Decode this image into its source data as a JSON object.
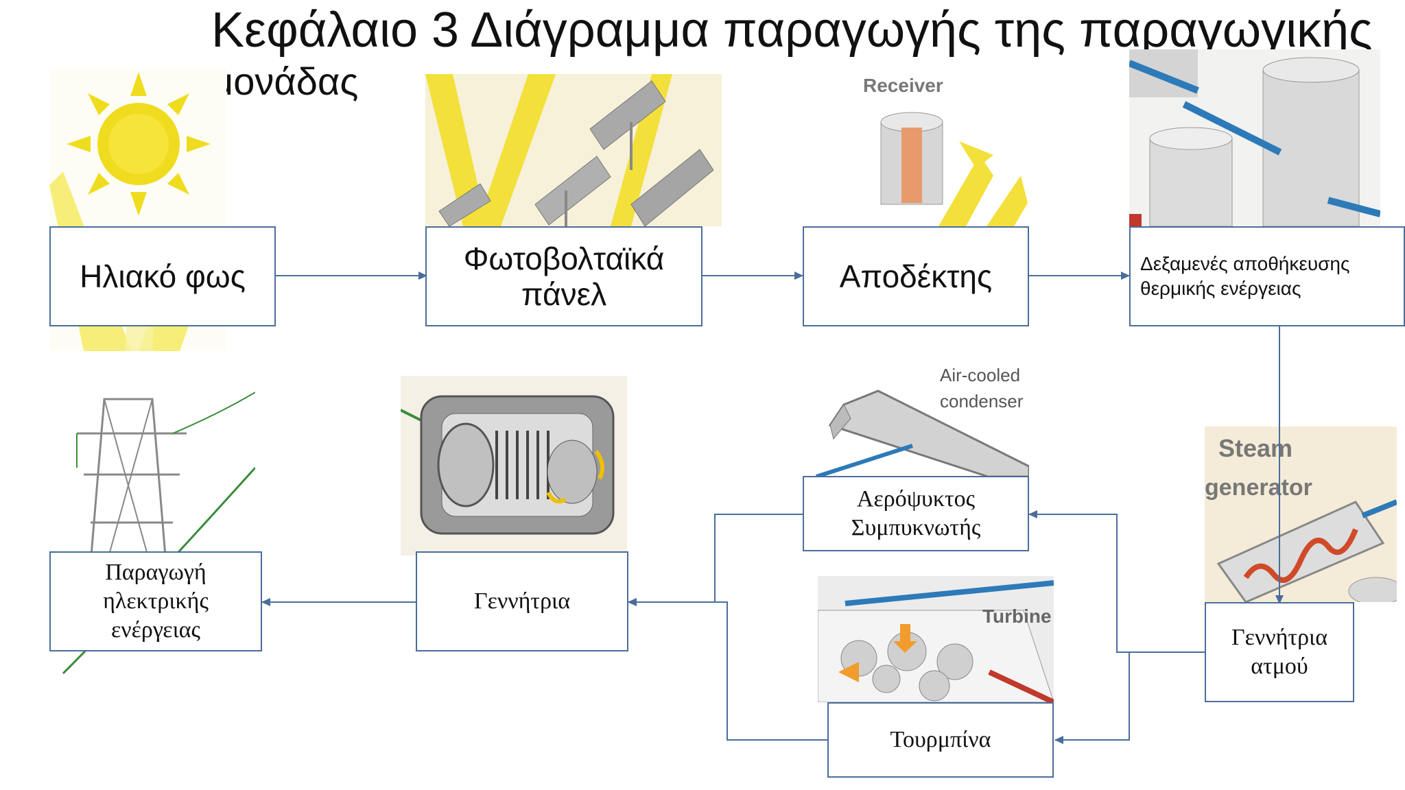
{
  "title": {
    "line1": "Κεφάλαιο 3 Διάγραμμα  παραγωγής της παραγωγικής",
    "line2": "μονάδας"
  },
  "image_labels": {
    "receiver": "Receiver",
    "condenser_line1": "Air-cooled",
    "condenser_line2": "condenser",
    "steam_line1": "Steam",
    "steam_line2": "generator",
    "turbine": "Turbine"
  },
  "nodes": {
    "sunlight": "Ηλιακό φως",
    "pv_panels": "Φωτοβολταϊκά πάνελ",
    "receiver": "Αποδέκτης",
    "storage_tanks": "Δεξαμενές αποθήκευσης θερμικής ενέργειας",
    "steam_generator": "Γεννήτρια ατμού",
    "condenser": "Αερόψυκτος Συμπυκνωτής",
    "turbine": "Τουρμπίνα",
    "generator": "Γεννήτρια",
    "power_production": "Παραγωγή ηλεκτρικής ενέργειας"
  },
  "colors": {
    "box_border": "#4a6d9b",
    "arrow": "#4a6d9b",
    "sun": "#f0dc1e",
    "ray": "#f3e64a"
  }
}
